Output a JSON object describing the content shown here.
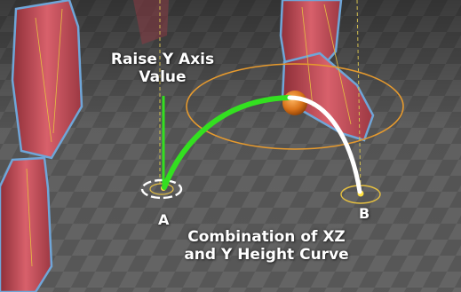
{
  "annotations": {
    "raise_line1": "Raise Y Axis",
    "raise_line2": "Value",
    "combo_line1": "Combination of XZ",
    "combo_line2": "and Y Height Curve",
    "point_a": "A",
    "point_b": "B"
  },
  "colors": {
    "curve_green": "#33e020",
    "curve_white": "#ffffff",
    "leg_red": "#c7505a",
    "gizmo_orange": "#e69a2e",
    "floor_grey": "#5d5d5d"
  }
}
